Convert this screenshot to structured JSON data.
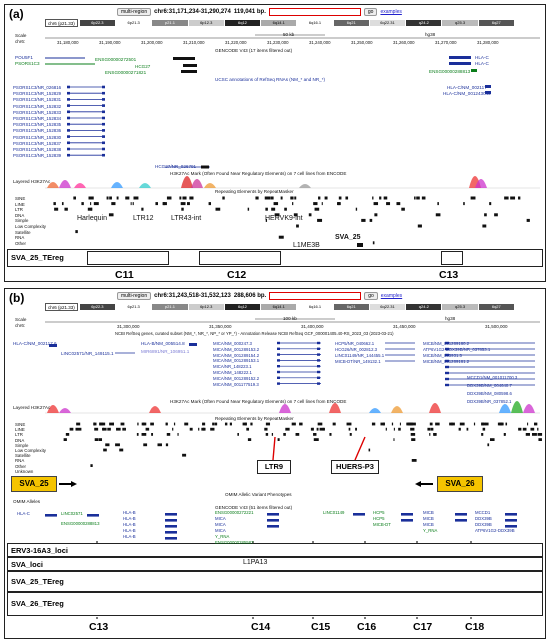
{
  "panel_a": {
    "label": "(a)",
    "nav": {
      "multi_region": "multi-region",
      "position": "chr6:31,171,234-31,290,274",
      "size": "119,041 bp.",
      "go": "go",
      "examples": "examples"
    },
    "chrom_label": "chr6 (p21.33)",
    "ideogram_bands": [
      "6p22.3",
      "6p21.3",
      "p21.1",
      "6p12.3",
      "6q12",
      "6q14.1",
      "6q16.1",
      "6q21",
      "6q22.31",
      "q24.2",
      "q25.3",
      "6q27"
    ],
    "scale_label": "Scale",
    "chr_label": "chr6:",
    "scale_bar": "50 kb",
    "assembly": "hg38",
    "ticks": [
      "31,180,000",
      "31,190,000",
      "31,200,000",
      "31,210,000",
      "31,220,000",
      "31,230,000",
      "31,240,000",
      "31,250,000",
      "31,260,000",
      "31,270,000",
      "31,280,000"
    ],
    "gencode_title": "GENCODE V43 (17 items filtered out)",
    "genes_top": [
      "POU5F1",
      "PSORS1C3",
      "ENSG00000272501",
      "HCG27",
      "ENSG00000271821",
      "HLA-C",
      "HLA-C",
      "ENSG00000288813"
    ],
    "refseq_title": "UCSC annotations of RefSeq RNAs (NM_* and NR_*)",
    "refseq_left": [
      "PSORS1C3/NR_026816",
      "PSORS1C3/NR_152829",
      "PSORS1C3/NR_152831",
      "PSORS1C3/NR_152832",
      "PSORS1C3/NR_152833",
      "PSORS1C3/NR_152834",
      "PSORS1C3/NR_152835",
      "PSORS1C3/NR_152836",
      "PSORS1C3/NR_152830",
      "PSORS1C3/NR_152837",
      "PSORS1C3/NR_152838",
      "PSORS1C3/NR_152839"
    ],
    "refseq_right": [
      "HLA-C/NM_002117",
      "HLA-C/NM_001243042"
    ],
    "hcg27": "HCG27/NR_026791",
    "h3k27ac_label": "Layered H3K27Ac",
    "h3k27ac_title": "H3K27Ac Mark (Often Found Near Regulatory Elements) on 7 cell lines from ENCODE",
    "rmsk_title": "Repeating Elements by RepeatMasker",
    "rmsk_classes": [
      "SINE",
      "LINE",
      "LTR",
      "DNA",
      "Simple",
      "Low Complexity",
      "Satellite",
      "RNA",
      "Other"
    ],
    "repeat_labels": [
      "Harlequin",
      "LTR12",
      "LTR43-int",
      "HERVK9-int",
      "L1ME3B",
      "SVA_25"
    ],
    "treg_label": "SVA_25_TEreg",
    "clusters": [
      "C11",
      "C12",
      "C13"
    ]
  },
  "panel_b": {
    "label": "(b)",
    "nav": {
      "multi_region": "multi-region",
      "position": "chr6:31,243,518-31,532,123",
      "size": "288,606 bp.",
      "go": "go",
      "examples": "examples"
    },
    "chrom_label": "chr6 (p21.33)",
    "ideogram_bands": [
      "6p22.3",
      "6p21.3",
      "p21.1",
      "6p12.3",
      "6q12",
      "6q14.1",
      "6q16.1",
      "6q21",
      "6q22.31",
      "q24.2",
      "q25.3",
      "6q27"
    ],
    "scale_label": "Scale",
    "chr_label": "chr6:",
    "scale_bar": "100 kb",
    "assembly": "hg38",
    "ticks": [
      "31,300,000",
      "31,350,000",
      "31,400,000",
      "31,450,000",
      "31,500,000"
    ],
    "ncbi_title": "NCBI RefSeq genes, curated subset (NM_*, NR_*, NP_* or YP_*) - Annotation Release NCBI RefSeq GCF_000001405.40-RS_2023_03 (2023-03-21)",
    "ncbi_left": [
      "HLA-C/NM_002117.6",
      "LINC02571/NR_149115.1"
    ],
    "ncbi_mid": [
      "HLA-B/NM_005514.8",
      "MIR6891/NR_106951.1"
    ],
    "ncbi_center": [
      "MICA/NM_000247.3",
      "MICA/NM_001289153.2",
      "MICA/NM_001289154.2",
      "MICA/NM_001289153.1",
      "MICA/NR_148223.1",
      "MICA/NM_148222.1",
      "MICA/NM_001289152.2",
      "MICA/NM_001177519.3"
    ],
    "ncbi_center2": [
      "HCP5/NR_040662.1",
      "HCG26/NR_002812.3",
      "LINC01149/NR_144455.1",
      "MICB-DT/NR_149132.1"
    ],
    "ncbi_right": [
      "MICB/NM_001289160.2",
      "ATP6V1G2-DDX39B/NR_037853.1",
      "MICB/NM_005931.5",
      "MICB/NM_001289161.2",
      "MCCD1/NM_001011700.3",
      "DDX39B/NM_004640.7",
      "DDX39B/NM_080598.6",
      "DDX39B/NR_037852.1"
    ],
    "h3k27ac_label": "Layered H3K27Ac",
    "h3k27ac_title": "H3K27Ac Mark (Often Found Near Regulatory Elements) on 7 cell lines from ENCODE",
    "rmsk_title": "Repeating Elements by RepeatMasker",
    "rmsk_classes": [
      "SINE",
      "LINE",
      "LTR",
      "DNA",
      "Simple",
      "Low Complexity",
      "Satellite",
      "RNA",
      "Other",
      "Unknown"
    ],
    "callouts": [
      "LTR9",
      "HUERS-P3"
    ],
    "sva_boxes": [
      "SVA_25",
      "SVA_26"
    ],
    "omim_title": "OMIM Allelic Variant Phenotypes",
    "omim_label": "OMIM Alleles",
    "gencode_title": "GENCODE V43 (51 items filtered out)",
    "gencode_genes": [
      "HLA-C",
      "LINC02571",
      "ENSG00000288813",
      "HLA-B",
      "HLA-B",
      "HLA-B",
      "HLA-B",
      "HLA-B",
      "ENSG00000272221",
      "MICA",
      "MICA",
      "MICA",
      "Y_RNA",
      "ENSG00000285587",
      "LINC01149",
      "HCP5",
      "HCP5",
      "MICB-DT",
      "MICB",
      "MICB",
      "MICB",
      "Y_RNA",
      "MCCD1",
      "DDX39B",
      "DDX39B",
      "ATP6V1G2-DDX39B"
    ],
    "rows": [
      "ERV3-16A3_loci",
      "SVA_loci",
      "SVA_25_TEreg",
      "SVA_26_TEreg"
    ],
    "l1pa13": "L1PA13",
    "clusters": [
      "C13",
      "C14",
      "C15",
      "C16",
      "C17",
      "C18"
    ]
  }
}
